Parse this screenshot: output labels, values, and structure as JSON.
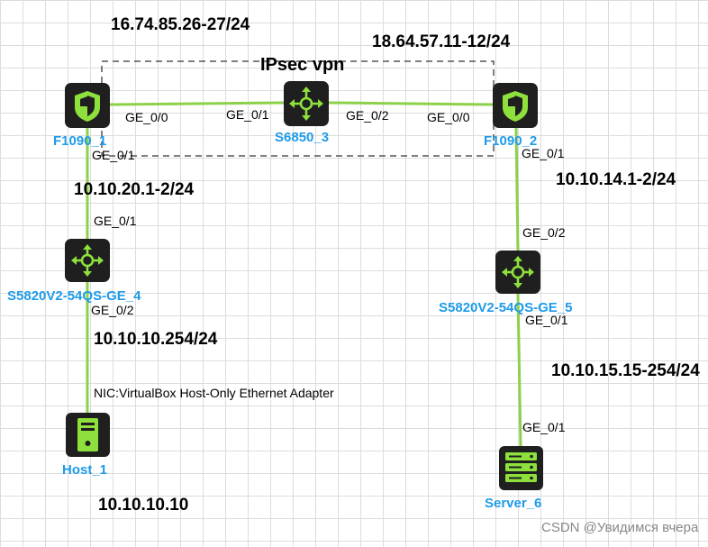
{
  "colors": {
    "link": "#8dd04a",
    "device_body": "#1f1f1f",
    "device_glyph": "#8ee03c",
    "device_label": "#1e9be9",
    "vpn_box": "#555555"
  },
  "vpn_label": "IPsec vpn",
  "subnets": {
    "wan_left": "16.74.85.26-27/24",
    "wan_right": "18.64.57.11-12/24",
    "left_fw_sw": "10.10.20.1-2/24",
    "right_fw_sw": "10.10.14.1-2/24",
    "left_lan": "10.10.10.254/24",
    "right_lan": "10.10.15.15-254/24",
    "host_ip": "10.10.10.10"
  },
  "devices": {
    "f1090_1": {
      "name": "F1090_1",
      "icon": "firewall-icon"
    },
    "s6850_3": {
      "name": "S6850_3",
      "icon": "router-icon"
    },
    "f1090_2": {
      "name": "F1090_2",
      "icon": "firewall-icon"
    },
    "s5820_4": {
      "name": "S5820V2-54QS-GE_4",
      "icon": "switch-icon"
    },
    "s5820_5": {
      "name": "S5820V2-54QS-GE_5",
      "icon": "switch-icon"
    },
    "host_1": {
      "name": "Host_1",
      "icon": "host-icon"
    },
    "server_6": {
      "name": "Server_6",
      "icon": "server-icon"
    }
  },
  "ports": {
    "f1_ge00": "GE_0/0",
    "s3_ge01": "GE_0/1",
    "s3_ge02": "GE_0/2",
    "f2_ge00": "GE_0/0",
    "f1_ge01": "GE_0/1",
    "s4_ge01": "GE_0/1",
    "s4_ge02": "GE_0/2",
    "f2_ge01": "GE_0/1",
    "s5_ge02": "GE_0/2",
    "s5_ge01": "GE_0/1",
    "server_ge01": "GE_0/1"
  },
  "host_nic": "NIC:VirtualBox Host-Only Ethernet Adapter",
  "watermark": "CSDN @Увидимся вчера"
}
